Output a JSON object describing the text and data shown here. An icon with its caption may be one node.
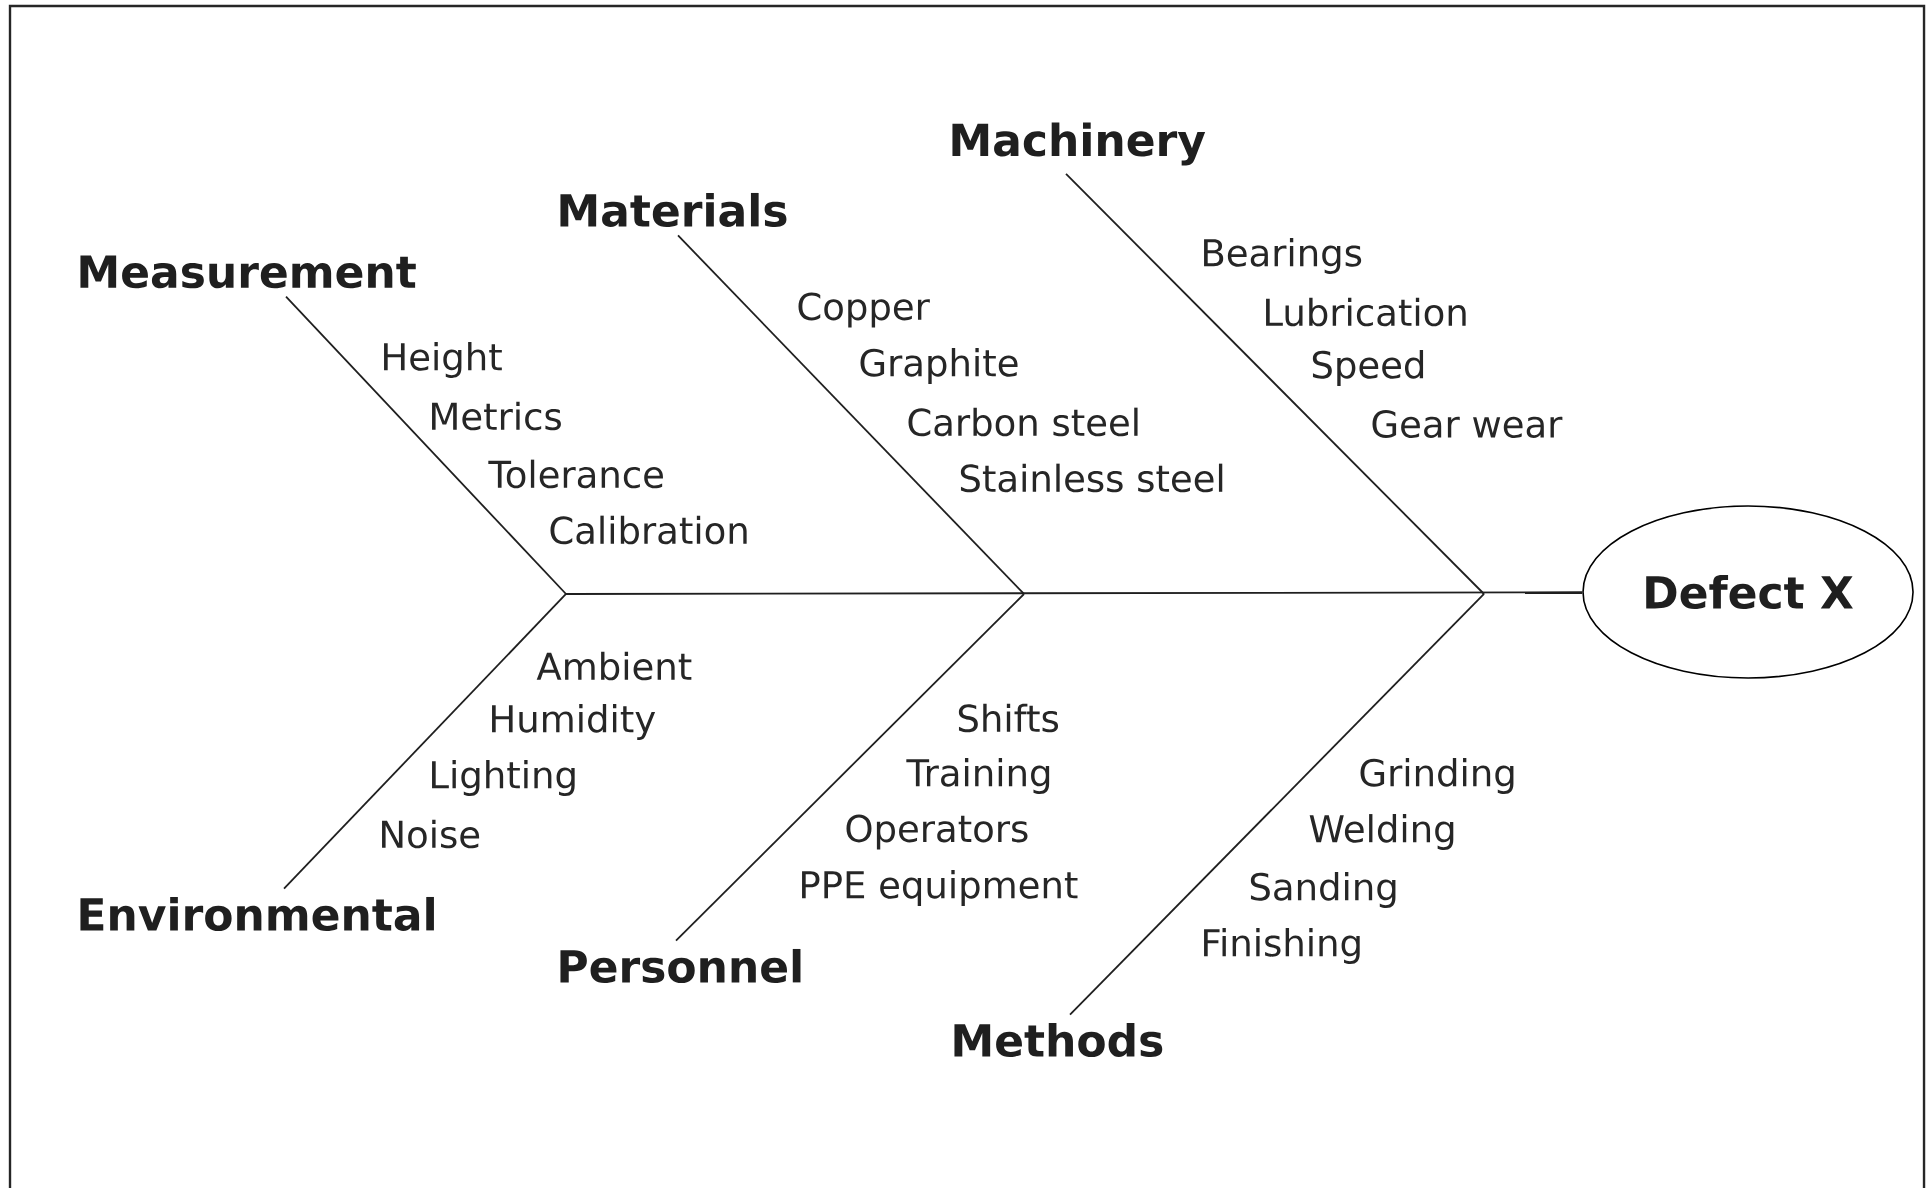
{
  "diagram": {
    "nodes": [
      {
        "text": [
          "Measurement"
        ]
      },
      {
        "text": [
          "Materials"
        ]
      },
      {
        "text": [
          "Machinery"
        ]
      },
      {
        "text": [
          "Environmental"
        ]
      },
      {
        "text": [
          "Personnel"
        ]
      },
      {
        "text": [
          "Methods"
        ]
      },
      {
        "text": [
          "Defect X"
        ]
      }
    ],
    "edges": [
      {
        "from": 0,
        "to": null,
        "arrow": "none"
      },
      {
        "from": 1,
        "to": null,
        "arrow": "none"
      },
      {
        "from": 2,
        "to": null,
        "arrow": "none"
      },
      {
        "from": 3,
        "to": null,
        "arrow": "none"
      },
      {
        "from": 4,
        "to": null,
        "arrow": "none"
      },
      {
        "from": 5,
        "to": null,
        "arrow": "none"
      },
      {
        "from": null,
        "to": 6,
        "arrow": "none"
      }
    ],
    "labels": [
      "Height",
      "Metrics",
      "Tolerance",
      "Calibration",
      "Copper",
      "Graphite",
      "Carbon steel",
      "Stainless steel",
      "Bearings",
      "Lubrication",
      "Speed",
      "Gear wear",
      "Ambient",
      "Humidity",
      "Lighting",
      "Noise",
      "Shifts",
      "Training",
      "Operators",
      "PPE equipment",
      "Grinding",
      "Welding",
      "Sanding",
      "Finishing"
    ]
  }
}
